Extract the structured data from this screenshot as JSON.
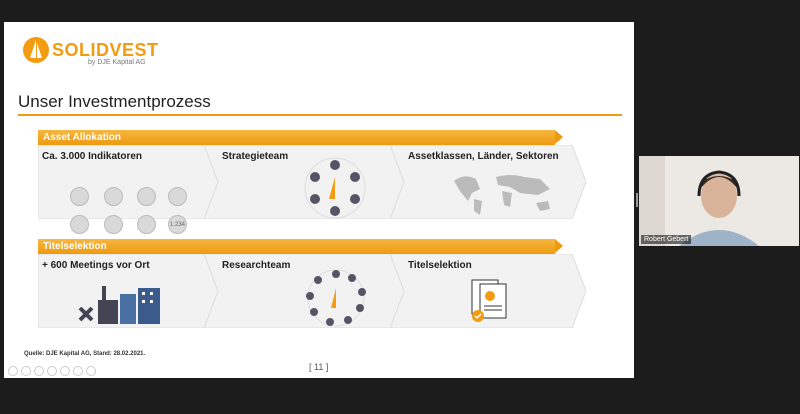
{
  "logo": {
    "brand": "SOLIDVEST",
    "sub": "by DJE Kapital AG"
  },
  "title": "Unser Investmentprozess",
  "section1": {
    "label": "Asset Allokation",
    "steps": [
      {
        "label": "Ca. 3.000 Indikatoren"
      },
      {
        "label": "Strategieteam"
      },
      {
        "label": "Assetklassen, Länder, Sektoren"
      }
    ],
    "indicator_last": "1.234"
  },
  "section2": {
    "label": "Titelselektion",
    "steps": [
      {
        "label": "+ 600 Meetings vor Ort"
      },
      {
        "label": "Researchteam"
      },
      {
        "label": "Titelselektion"
      }
    ]
  },
  "footer": {
    "source": "Quelle: DJE Kapital AG, Stand: 28.02.2021.",
    "page": "[ 11 ]"
  },
  "participant": {
    "name": "Robert Gebert"
  },
  "colors": {
    "accent": "#f39c12",
    "chevron": "#f2f2f2"
  }
}
